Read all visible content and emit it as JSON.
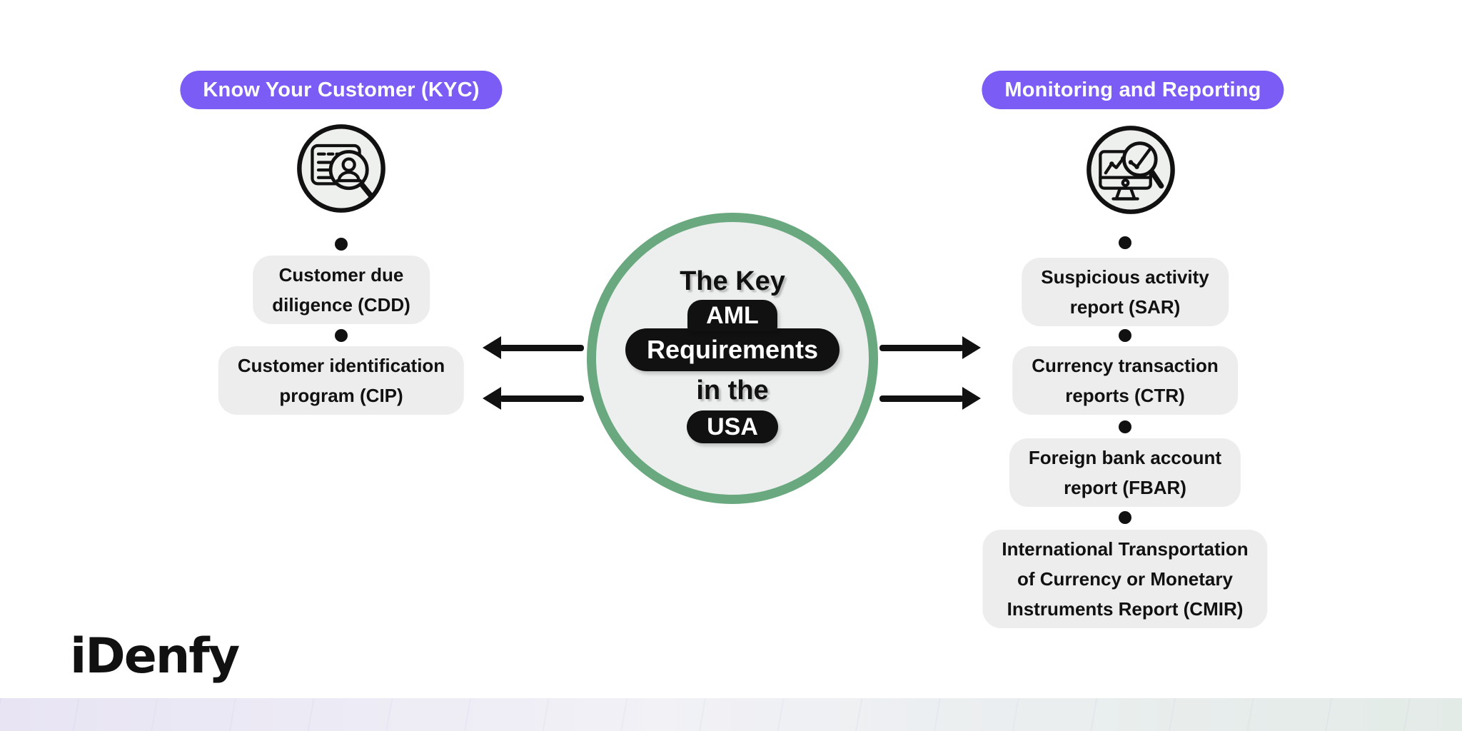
{
  "colors": {
    "accent_purple": "#7b5cf5",
    "accent_green": "#6aa97f",
    "pill_black": "#111111",
    "bubble_gray": "#ededee",
    "circle_fill": "#edefee",
    "footer_left": "#e8e4f4",
    "footer_right": "#e3ebe7"
  },
  "left": {
    "badge": "Know Your Customer (KYC)",
    "icon": "id-card-search-icon",
    "items": [
      {
        "lines": [
          "Customer due",
          "diligence (CDD)"
        ]
      },
      {
        "lines": [
          "Customer identification",
          "program (CIP)"
        ]
      }
    ]
  },
  "center": {
    "title_top": "The Key",
    "pill_aml": "AML",
    "pill_requirements": "Requirements",
    "title_mid": "in the",
    "pill_usa": "USA"
  },
  "right": {
    "badge": "Monitoring and Reporting",
    "icon": "analytics-search-icon",
    "items": [
      {
        "lines": [
          "Suspicious activity",
          "report (SAR)"
        ]
      },
      {
        "lines": [
          "Currency transaction",
          "reports (CTR)"
        ]
      },
      {
        "lines": [
          "Foreign bank account",
          "report (FBAR)"
        ]
      },
      {
        "lines": [
          "International Transportation",
          "of Currency or Monetary",
          "Instruments Report (CMIR)"
        ]
      }
    ]
  },
  "footer": {
    "logo_text": "iDenfy"
  }
}
